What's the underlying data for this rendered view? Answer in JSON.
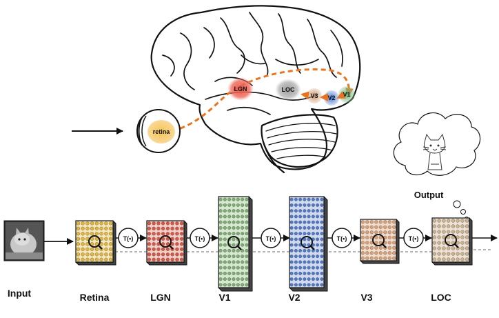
{
  "brain": {
    "regions": {
      "retina": "retina",
      "lgn": "LGN",
      "loc": "LOC",
      "v3": "V3",
      "v2": "V2",
      "v1": "V1"
    }
  },
  "output_label": "Output",
  "transform_label": "T(•)",
  "stages": {
    "input": "Input",
    "retina": "Retina",
    "lgn": "LGN",
    "v1": "V1",
    "v2": "V2",
    "v3": "V3",
    "loc": "LOC"
  },
  "colors": {
    "retina": "#f3b437",
    "lgn": "#e5533d",
    "loc": "#a3a3a3",
    "v3": "#c9a07e",
    "v2": "#4f7fd0",
    "v1": "#6fb173",
    "retina_grid": "#e2b53f",
    "lgn_grid": "#d95545",
    "v1_grid": "#7fae73",
    "v2_grid": "#4e79c9",
    "v3_grid": "#d9a178",
    "loc_grid": "#cdb291",
    "pathway_arrow": "#e8741f"
  }
}
